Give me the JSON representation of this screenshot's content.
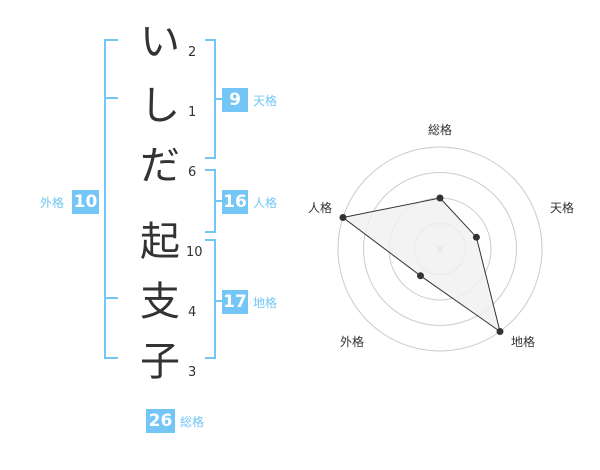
{
  "name_chars": [
    {
      "char": "い",
      "strokes": "2"
    },
    {
      "char": "し",
      "strokes": "1"
    },
    {
      "char": "だ",
      "strokes": "6"
    },
    {
      "char": "起",
      "strokes": "10"
    },
    {
      "char": "支",
      "strokes": "4"
    },
    {
      "char": "子",
      "strokes": "3"
    }
  ],
  "grids": {
    "tenkaku": {
      "value": "9",
      "label": "天格"
    },
    "jinkaku": {
      "value": "16",
      "label": "人格"
    },
    "chikaku": {
      "value": "17",
      "label": "地格"
    },
    "gaikaku": {
      "value": "10",
      "label": "外格"
    },
    "soukaku": {
      "value": "26",
      "label": "総格"
    }
  },
  "colors": {
    "accent": "#73c6f5",
    "text": "#333333",
    "ring": "#cccccc",
    "fill": "#f0f0f0"
  },
  "chart_data": {
    "type": "radar",
    "axes": [
      "総格",
      "天格",
      "地格",
      "外格",
      "人格"
    ],
    "values": [
      2,
      1.5,
      4,
      1.3,
      4
    ],
    "max": 4,
    "rings": 4
  }
}
